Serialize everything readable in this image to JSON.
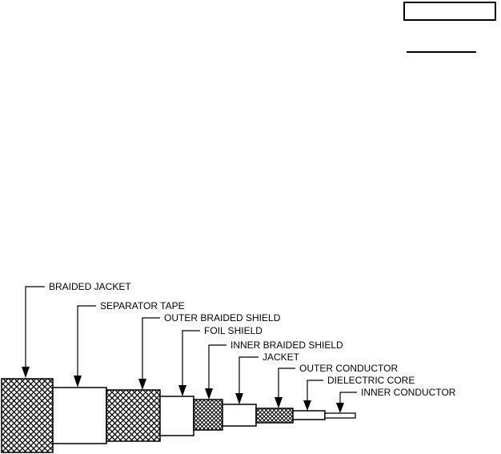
{
  "labels": {
    "braided_jacket": "BRAIDED JACKET",
    "separator_tape": "SEPARATOR TAPE",
    "outer_braided_shield": "OUTER BRAIDED SHIELD",
    "foil_shield": "FOIL SHIELD",
    "inner_braided_shield": "INNER BRAIDED SHIELD",
    "jacket": "JACKET",
    "outer_conductor": "OUTER CONDUCTOR",
    "dielectric_core": "DIELECTRIC CORE",
    "inner_conductor": "INNER CONDUCTOR"
  }
}
